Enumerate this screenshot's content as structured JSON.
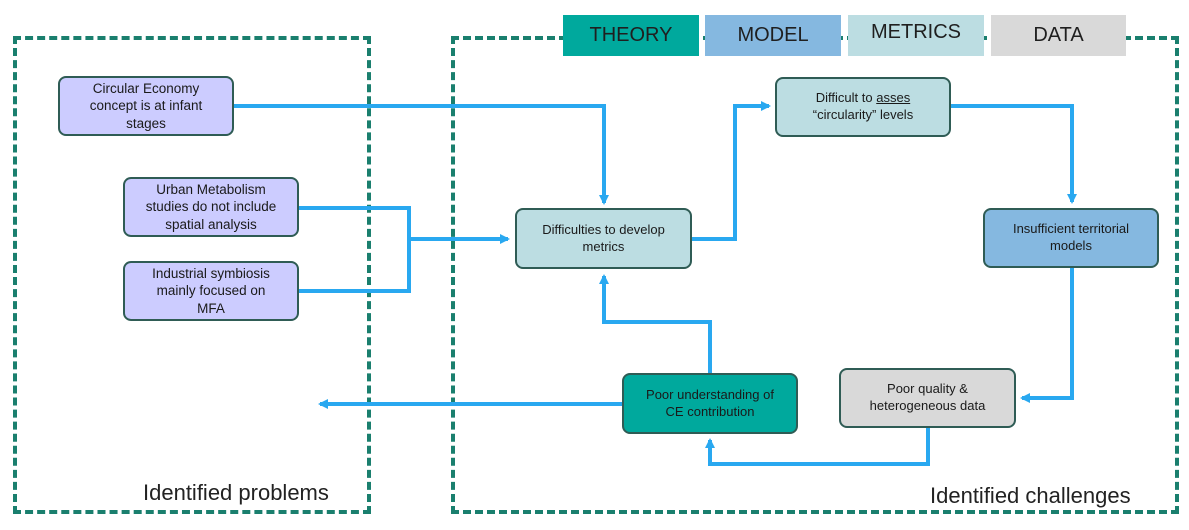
{
  "legend": {
    "theory": "THEORY",
    "model": "MODEL",
    "metrics": "METRICS",
    "data": "DATA"
  },
  "regions": {
    "problems_label": "Identified problems",
    "challenges_label": "Identified challenges"
  },
  "boxes": {
    "ce_infant": "Circular Economy\nconcept is at infant\nstages",
    "urban_metabolism": "Urban Metabolism\nstudies do not include\nspatial analysis",
    "industrial_symbiosis": "Industrial symbiosis\nmainly focused on\nMFA",
    "metrics_difficulty": "Difficulties to develop\nmetrics",
    "circularity_prefix": "Difficult to ",
    "circularity_underlined": "asses",
    "circularity_suffix": "\n“circularity” levels",
    "territorial_models": "Insufficient territorial\nmodels",
    "poor_quality_data": "Poor quality &\nheterogeneous data",
    "ce_contribution": "Poor understanding of\nCE contribution"
  },
  "colors": {
    "frame": "#1a7f6e",
    "arrow": "#29a8f0",
    "theory": "#00a99d",
    "model": "#85b8e0",
    "metrics": "#bcdde2",
    "data": "#d9d9d9",
    "problem": "#ccccff"
  }
}
